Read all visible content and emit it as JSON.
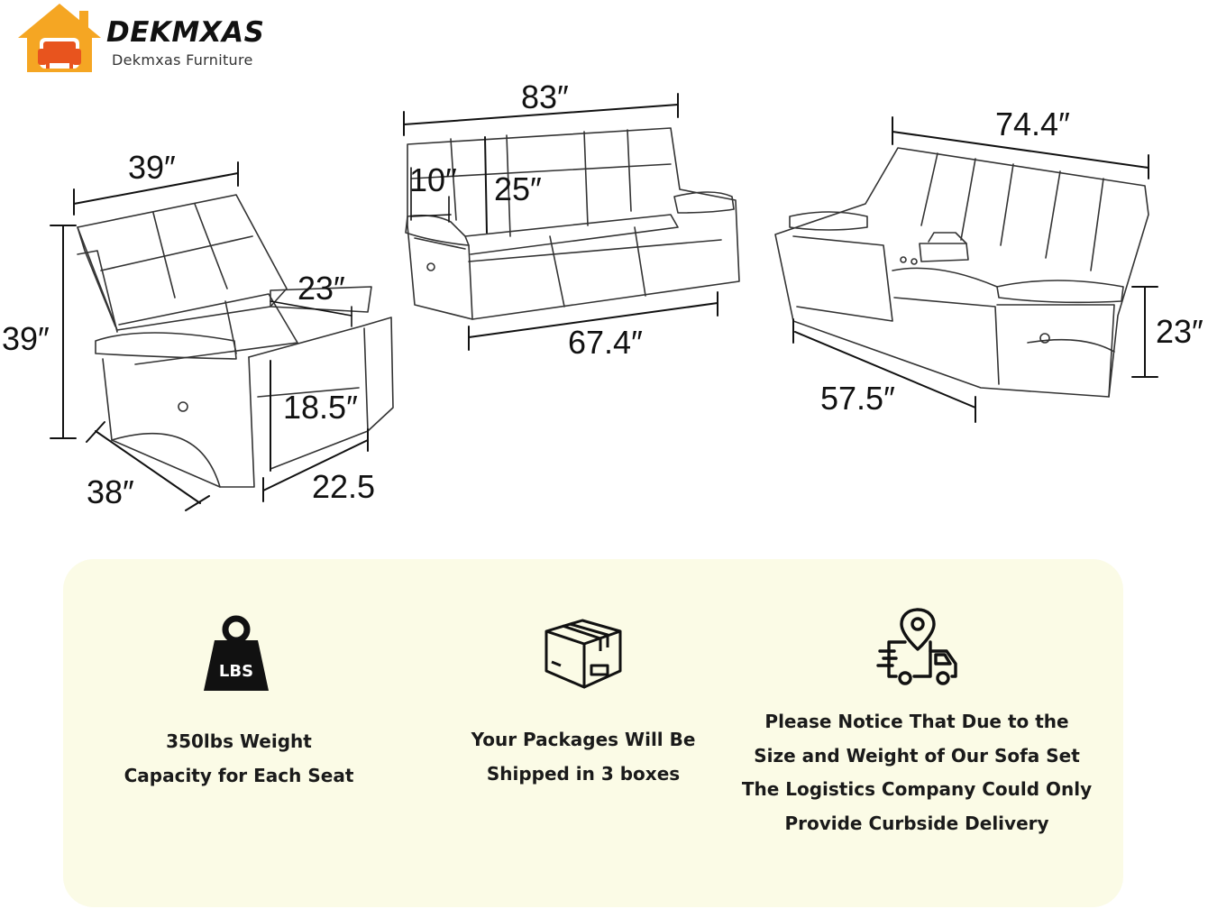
{
  "brand": {
    "name": "DEKMXAS",
    "subtitle": "Dekmxas Furniture",
    "colors": {
      "house": "#f5a623",
      "sofa": "#e8541e"
    }
  },
  "dimensions": {
    "recliner": {
      "top_width": "39″",
      "height": "39″",
      "arm_width": "23″",
      "seat_height": "18.5″",
      "depth": "38″",
      "seat_depth": "22.5"
    },
    "sofa": {
      "total_width": "83″",
      "arm_height": "10″",
      "back_height": "25″",
      "seat_width": "67.4″"
    },
    "loveseat": {
      "total_width": "74.4″",
      "arm_height": "23″",
      "seat_width": "57.5″"
    }
  },
  "features": [
    {
      "icon": "weight-icon",
      "icon_label": "LBS",
      "lines": [
        "350lbs Weight",
        "Capacity for Each Seat"
      ]
    },
    {
      "icon": "box-icon",
      "lines": [
        "Your Packages Will Be",
        "Shipped in 3 boxes"
      ]
    },
    {
      "icon": "delivery-truck-icon",
      "lines": [
        "Please Notice That Due to the",
        "Size and Weight of Our Sofa Set",
        "The Logistics Company Could Only",
        "Provide Curbside Delivery"
      ]
    }
  ],
  "panel_color": "#fbfbe6"
}
